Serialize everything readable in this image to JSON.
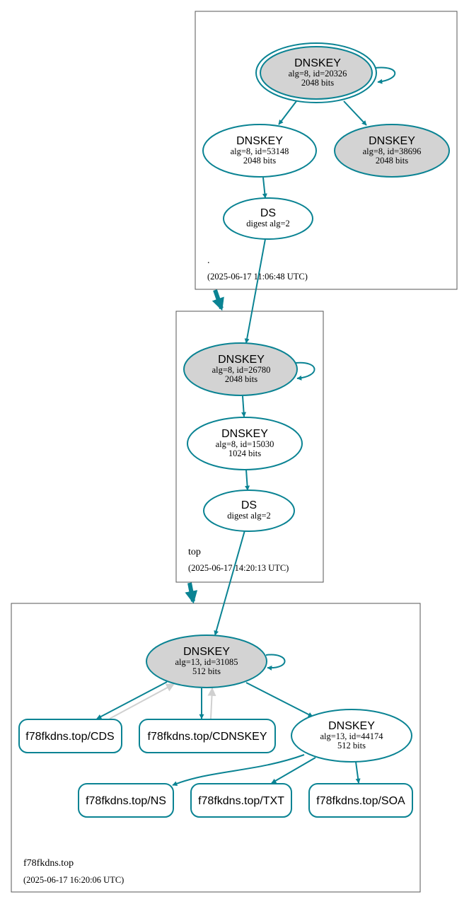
{
  "colors": {
    "edge": "#0a8393",
    "edge_secondary": "#d0d0d0",
    "fill_ksk": "#d3d3d3",
    "box": "#555555"
  },
  "zones": {
    "root": {
      "name": ".",
      "timestamp": "(2025-06-17 11:06:48 UTC)"
    },
    "top": {
      "name": "top",
      "timestamp": "(2025-06-17 14:20:13 UTC)"
    },
    "domain": {
      "name": "f78fkdns.top",
      "timestamp": "(2025-06-17 16:20:06 UTC)"
    }
  },
  "nodes": {
    "root_ksk": {
      "title": "DNSKEY",
      "detail": "alg=8, id=20326",
      "bits": "2048 bits"
    },
    "root_zsk": {
      "title": "DNSKEY",
      "detail": "alg=8, id=53148",
      "bits": "2048 bits"
    },
    "root_k3": {
      "title": "DNSKEY",
      "detail": "alg=8, id=38696",
      "bits": "2048 bits"
    },
    "root_ds": {
      "title": "DS",
      "detail": "digest alg=2"
    },
    "top_ksk": {
      "title": "DNSKEY",
      "detail": "alg=8, id=26780",
      "bits": "2048 bits"
    },
    "top_zsk": {
      "title": "DNSKEY",
      "detail": "alg=8, id=15030",
      "bits": "1024 bits"
    },
    "top_ds": {
      "title": "DS",
      "detail": "digest alg=2"
    },
    "dom_ksk": {
      "title": "DNSKEY",
      "detail": "alg=13, id=31085",
      "bits": "512 bits"
    },
    "dom_zsk": {
      "title": "DNSKEY",
      "detail": "alg=13, id=44174",
      "bits": "512 bits"
    }
  },
  "records": {
    "cds": "f78fkdns.top/CDS",
    "cdnskey": "f78fkdns.top/CDNSKEY",
    "ns": "f78fkdns.top/NS",
    "txt": "f78fkdns.top/TXT",
    "soa": "f78fkdns.top/SOA"
  }
}
